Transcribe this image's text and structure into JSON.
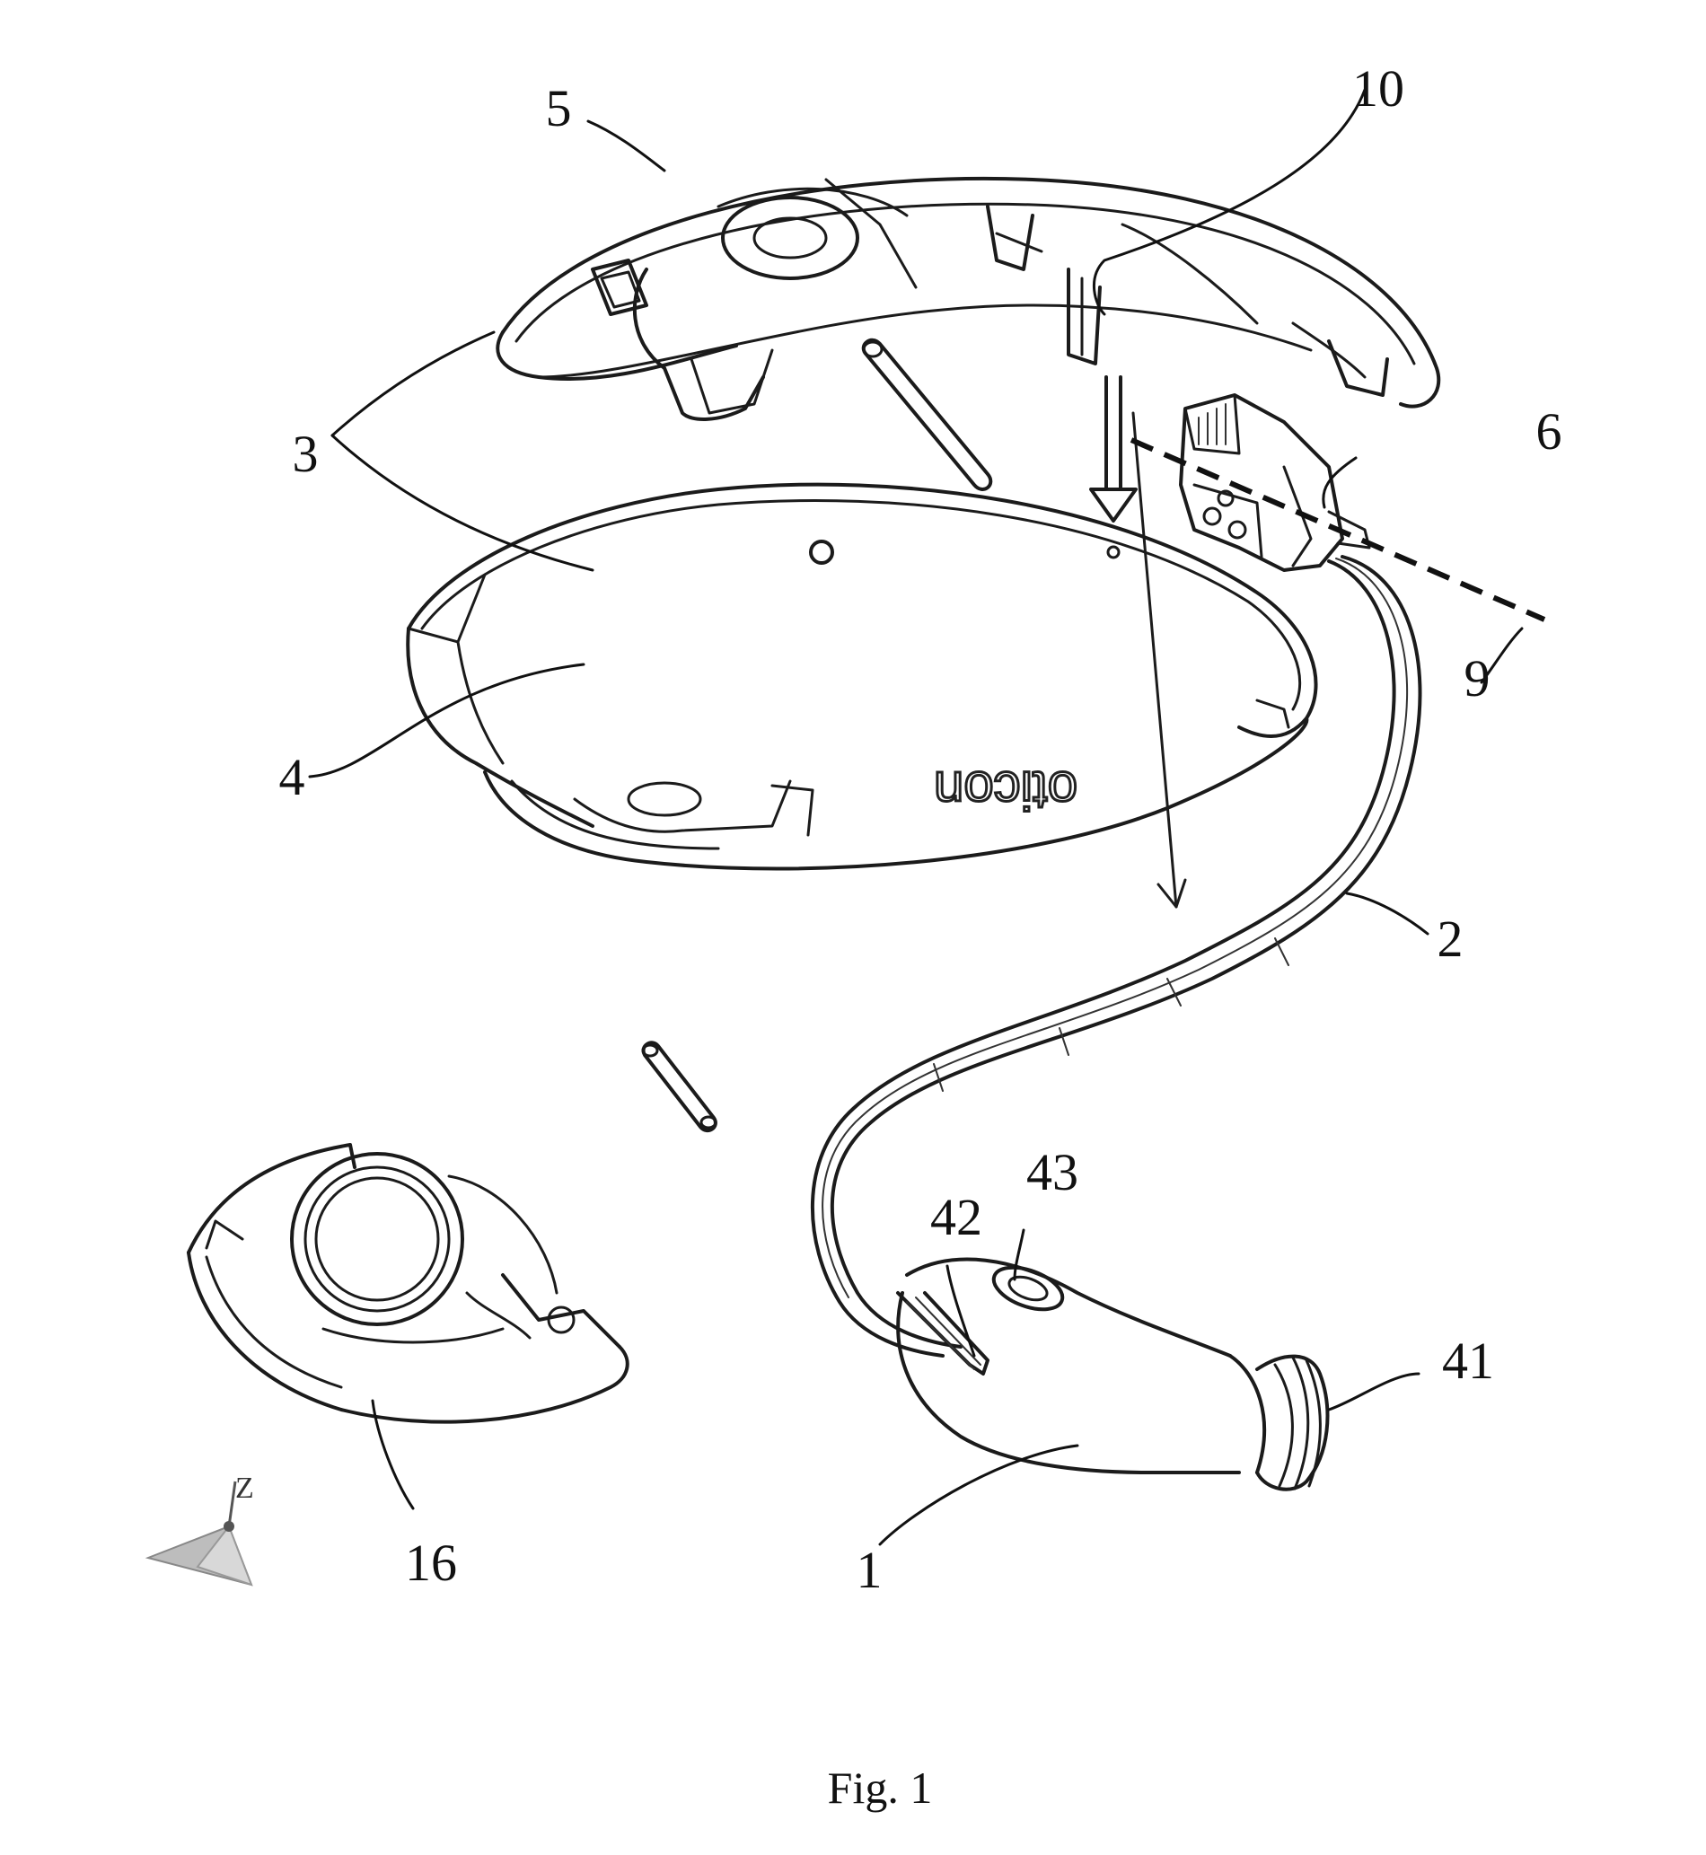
{
  "figure": {
    "caption": "Fig. 1",
    "brand_text": "oticon",
    "axis_label": "Z",
    "labels": [
      {
        "id": "label-5",
        "text": "5"
      },
      {
        "id": "label-10",
        "text": "10"
      },
      {
        "id": "label-3",
        "text": "3"
      },
      {
        "id": "label-6",
        "text": "6"
      },
      {
        "id": "label-9",
        "text": "9"
      },
      {
        "id": "label-4",
        "text": "4"
      },
      {
        "id": "label-2",
        "text": "2"
      },
      {
        "id": "label-42",
        "text": "42"
      },
      {
        "id": "label-43",
        "text": "43"
      },
      {
        "id": "label-41",
        "text": "41"
      },
      {
        "id": "label-16",
        "text": "16"
      },
      {
        "id": "label-1",
        "text": "1"
      }
    ]
  }
}
